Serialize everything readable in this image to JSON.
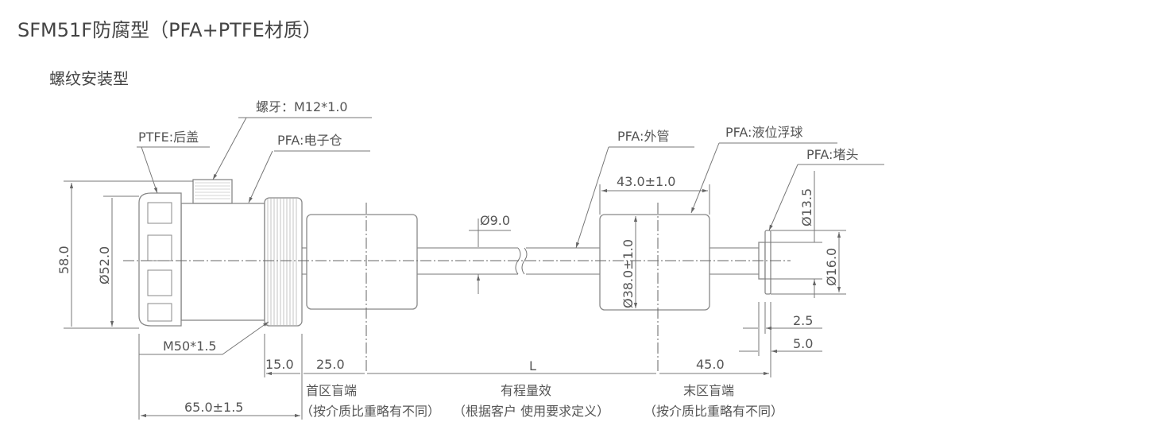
{
  "title": "SFM51F防腐型（PFA+PTFE材质）",
  "subtitle": "螺纹安装型",
  "callouts": {
    "thread": "螺牙：M12*1.0",
    "back_cover": "PTFE:后盖",
    "housing": "PFA:电子仓",
    "outer_tube": "PFA:外管",
    "float": "PFA:液位浮球",
    "plug": "PFA:堵头",
    "mount_thread": "M50*1.5"
  },
  "dims": {
    "height": "58.0",
    "dia_cover": "Ø52.0",
    "dia_tube": "Ø9.0",
    "float_len": "43.0±1.0",
    "float_dia": "Ø38.0±1.0",
    "dia_plug_inner": "Ø13.5",
    "dia_plug": "Ø16.0",
    "plug_t1": "2.5",
    "plug_t2": "5.0",
    "thread_len": "15.0",
    "top_blind": "25.0",
    "range": "L",
    "bottom_blind": "45.0",
    "head_len": "65.0±1.5"
  },
  "zones": {
    "top_title": "首区盲端",
    "top_note": "（按介质比重略有不同）",
    "range_title": "有程量效",
    "range_note": "（根据客户 使用要求定义）",
    "bottom_title": "末区盲端",
    "bottom_note": "（按介质比重略有不同）"
  }
}
